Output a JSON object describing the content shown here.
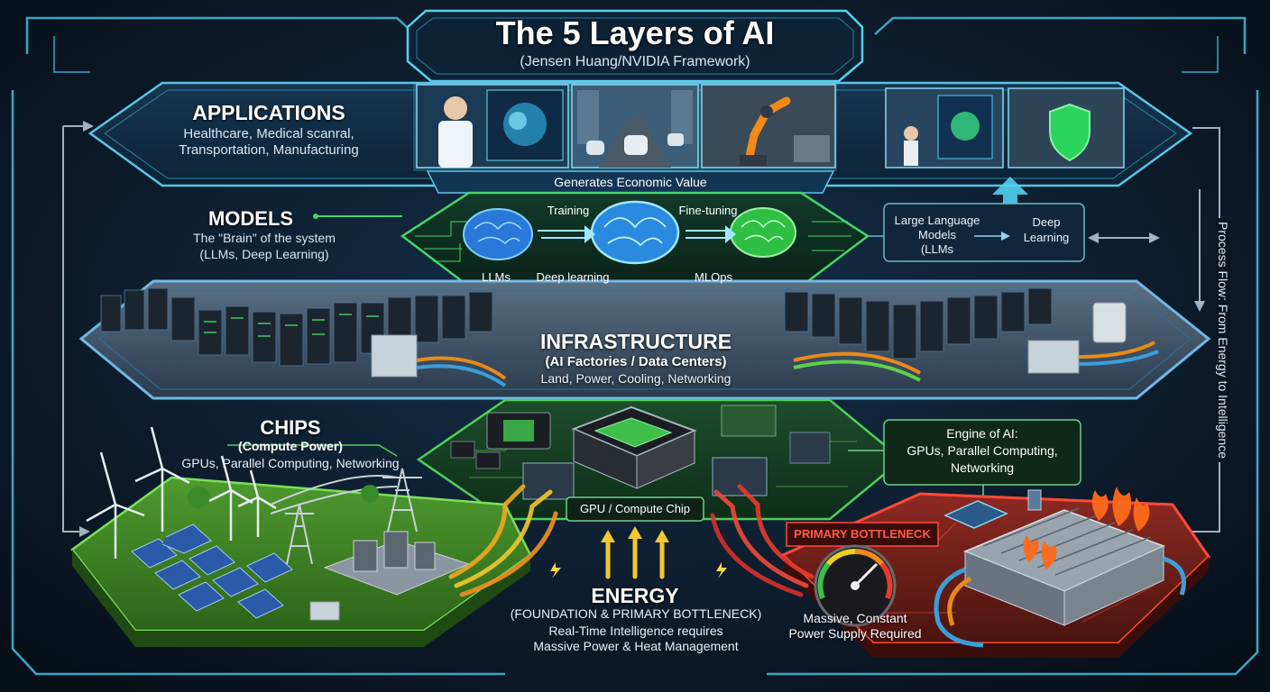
{
  "title": "The 5 Layers of AI",
  "subtitle": "(Jensen Huang/NVIDIA Framework)",
  "side_label": "Process Flow: From Energy to Intelligence",
  "applications": {
    "heading": "APPLICATIONS",
    "line1": "Healthcare, Medical scanral,",
    "line2": "Transportation, Manufacturing",
    "value_banner": "Generates Economic Value",
    "images": [
      "doctor-scan",
      "autonomous-vehicles",
      "robot-arm",
      "lab-workers",
      "security-shield"
    ]
  },
  "models": {
    "heading": "MODELS",
    "line1": "The \"Brain\" of the system",
    "line2": "(LLMs, Deep Learning)",
    "labels": {
      "training": "Training",
      "finetuning": "Fine-tuning",
      "llms": "LLMs",
      "deep": "Deep learning",
      "mlops": "MLOps"
    },
    "callout": {
      "llm_line1": "Large Language",
      "llm_line2": "Models",
      "llm_line3": "(LLMs",
      "deep_line1": "Deep",
      "deep_line2": "Learning"
    }
  },
  "infrastructure": {
    "heading": "INFRASTRUCTURE",
    "line1": "(AI Factories / Data Centers)",
    "line2": "Land, Power, Cooling, Networking"
  },
  "chips": {
    "heading": "CHIPS",
    "line1": "(Compute Power)",
    "line2": "GPUs, Parallel Computing, Networking",
    "gpu_label": "GPU / Compute Chip",
    "callout_line1": "Engine of AI:",
    "callout_line2": "GPUs, Parallel Computing,",
    "callout_line3": "Networking"
  },
  "energy": {
    "heading": "ENERGY",
    "line1": "(FOUNDATION & PRIMARY BOTTLENECK)",
    "line2": "Real-Time Intelligence requires",
    "line3": "Massive Power & Heat Management",
    "bottleneck_badge": "PRIMARY BOTTLENECK",
    "gauge_line1": "Massive, Constant",
    "gauge_line2": "Power Supply Required"
  },
  "colors": {
    "frame": "#3fb8d8",
    "apps": "#5ec3e6",
    "models": "#45d66b",
    "infra": "#5fa7d6",
    "chips": "#4fcf5a",
    "energy_green": "#5fd04a",
    "energy_red": "#e83a2e",
    "power_line": "#f2a820"
  }
}
